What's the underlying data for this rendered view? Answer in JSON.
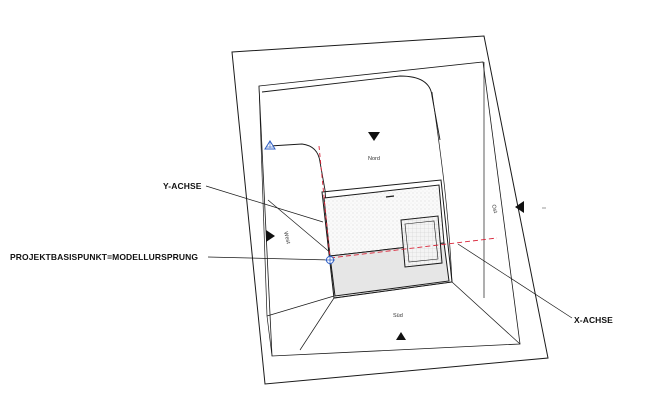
{
  "labels": {
    "y_axis": "Y-ACHSE",
    "project_base_point": "PROJEKTBASISPUNKT=MODELLURSPRUNG",
    "x_axis": "X-ACHSE"
  },
  "orientation": {
    "north": "Nord",
    "south": "Süd",
    "east": "Ost",
    "west": "West"
  },
  "colors": {
    "line": "#1a1a1a",
    "axis_red": "#d9263a",
    "marker_blue": "#2f5fc4",
    "building_fill": "#e6e6e6"
  },
  "icons": {
    "survey_point": "triangle-survey-icon",
    "base_point": "crosshair-circle-icon",
    "elevation_markers": "solid-triangle-icon"
  }
}
